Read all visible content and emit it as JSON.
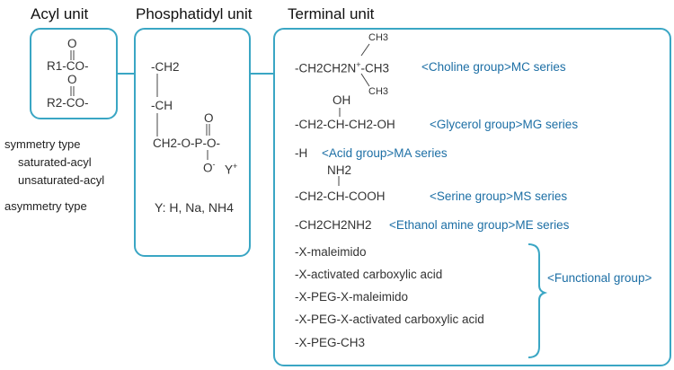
{
  "headers": {
    "acyl": "Acyl unit",
    "phosphatidyl": "Phosphatidyl unit",
    "terminal": "Terminal unit"
  },
  "acyl": {
    "o_top": "O",
    "r1": "R1-CO-",
    "o_mid": "O",
    "r2": "R2-CO-"
  },
  "types": {
    "symmetry": "symmetry type",
    "saturated": "saturated-acyl",
    "unsaturated": "unsaturated-acyl",
    "asymmetry": "asymmetry type"
  },
  "phosphatidyl": {
    "ch2_top": "-CH2",
    "ch": "-CH",
    "ch2_bottom": "CH2-O-P-O-",
    "o_top": "O",
    "o_minus": "O",
    "y_plus": "Y",
    "y_note": "Y: H, Na, NH4"
  },
  "terminal": {
    "choline": {
      "formula": "-CH2CH2N",
      "plus": "+",
      "ch3_right": "-CH3",
      "ch3_top": "CH3",
      "ch3_bottom": "CH3",
      "label": "<Choline group>MC series"
    },
    "glycerol": {
      "oh": "OH",
      "formula": "-CH2-CH-CH2-OH",
      "label": "<Glycerol group>MG series"
    },
    "acid": {
      "formula": "-H",
      "label": "<Acid group>MA series"
    },
    "serine": {
      "nh2": "NH2",
      "formula": "-CH2-CH-COOH",
      "label": "<Serine group>MS series"
    },
    "ethanol": {
      "formula": "-CH2CH2NH2",
      "label": "<Ethanol amine group>ME series"
    },
    "functional": {
      "items": [
        "-X-maleimido",
        "-X-activated carboxylic acid",
        "-X-PEG-X-maleimido",
        "-X-PEG-X-activated carboxylic acid",
        "-X-PEG-CH3"
      ],
      "label": "<Functional group>"
    }
  },
  "colors": {
    "box_border": "#3aa6c4",
    "label_blue": "#1d6fa5"
  }
}
